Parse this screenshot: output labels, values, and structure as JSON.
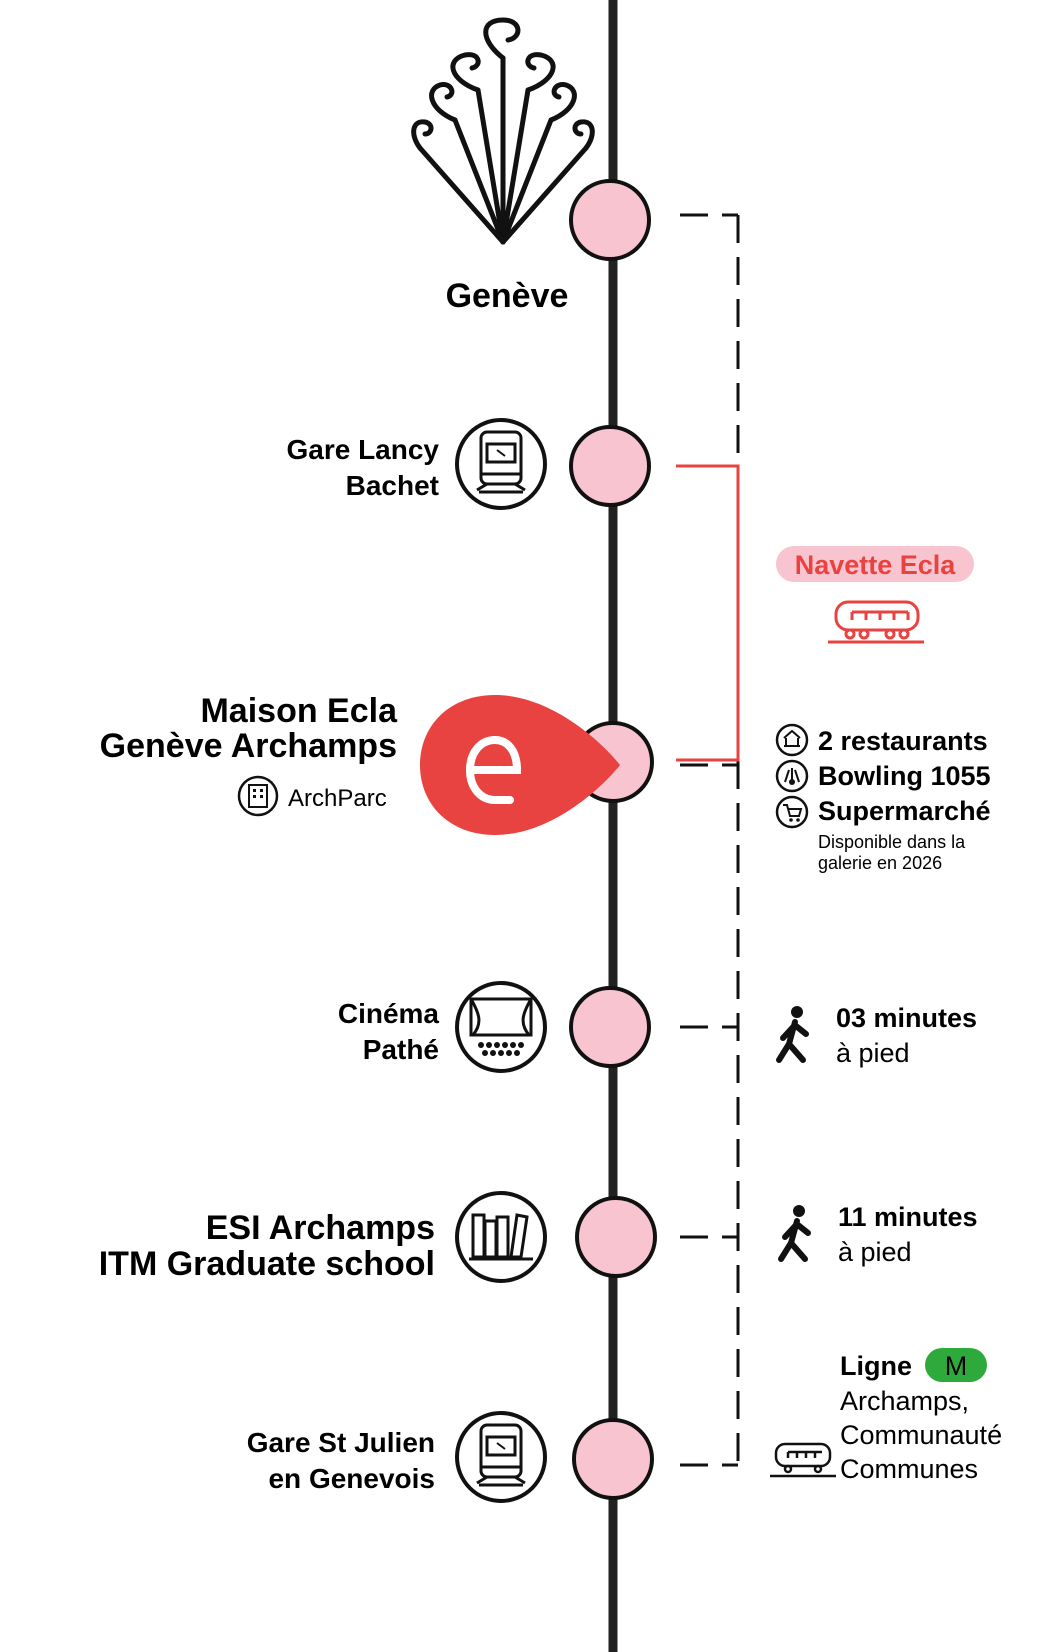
{
  "city": {
    "name": "Genève"
  },
  "stops": [
    {
      "line1": "Gare Lancy",
      "line2": "Bachet",
      "icon": "train-icon"
    },
    {
      "line1": "Maison Ecla",
      "line2": "Genève Archamps",
      "icon": "ecla-logo-icon",
      "sub_label": "ArchParc",
      "sub_icon": "building-icon"
    },
    {
      "line1": "Cinéma",
      "line2": "Pathé",
      "icon": "cinema-icon"
    },
    {
      "line1": "ESI Archamps",
      "line2": "ITM Graduate school",
      "icon": "books-icon"
    },
    {
      "line1": "Gare St Julien",
      "line2": "en Genevois",
      "icon": "train-icon"
    }
  ],
  "shuttle": {
    "label": "Navette Ecla",
    "icon": "shuttle-bus-icon"
  },
  "amenities": [
    {
      "label": "2 restaurants",
      "icon": "restaurant-icon"
    },
    {
      "label": "Bowling 1055",
      "icon": "bowling-icon"
    },
    {
      "label": "Supermarché",
      "icon": "cart-icon"
    }
  ],
  "availability_note": {
    "line1": "Disponible dans la",
    "line2": "galerie en 2026"
  },
  "walks": [
    {
      "time": "03 minutes",
      "mode": "à pied",
      "icon": "walking-icon"
    },
    {
      "time": "11 minutes",
      "mode": "à pied",
      "icon": "walking-icon"
    }
  ],
  "bus_line": {
    "title": "Ligne",
    "badge": "M",
    "line2": "Archamps,",
    "line3": "Communauté",
    "line4": "Communes",
    "icon": "bus-icon"
  },
  "colors": {
    "accent": "#e84340",
    "stop_fill": "#f7c4cf",
    "badge_green": "#2eaa3c",
    "line": "#222222"
  }
}
